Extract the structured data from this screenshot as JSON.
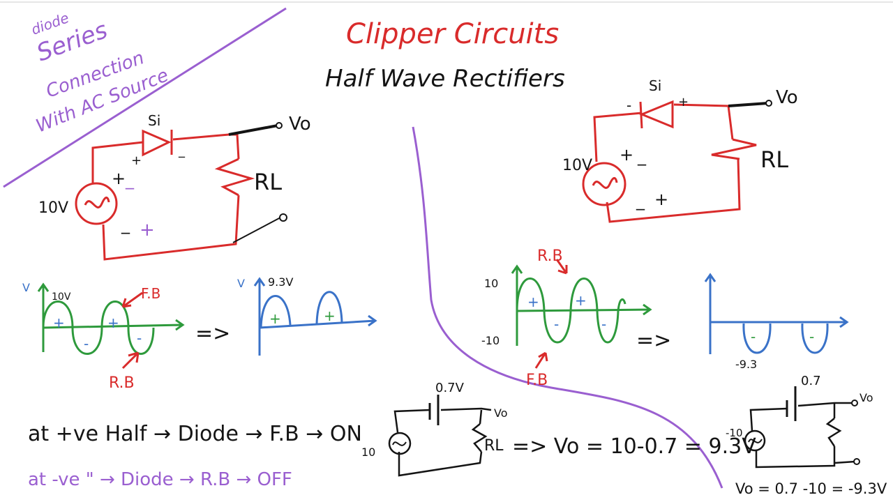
{
  "colors": {
    "red": "#d92b2b",
    "black": "#141414",
    "purple": "#9a5fd0",
    "green": "#2e9a3c",
    "blue": "#3a72c8",
    "background": "#ffffff"
  },
  "corner_note": {
    "line1": "diode",
    "line2": "Series",
    "line3": "Connection",
    "line4": "With AC Source"
  },
  "title": "Clipper Circuits",
  "subtitle": "Half Wave Rectifiers",
  "left": {
    "circuit": {
      "diode": "Si",
      "source": "10V",
      "load": "RL",
      "output": "Vo",
      "plus1": "+",
      "minus1": "_",
      "plus2": "+",
      "minus2": "_",
      "plus3": "+",
      "minus3": "_"
    },
    "input_wave": {
      "y_axis": "V",
      "peak": "10V",
      "fb": "F.B",
      "rb": "R.B",
      "pos": "+",
      "neg": "-"
    },
    "arrow": "=>",
    "output_wave": {
      "y_axis": "V",
      "peak": "9.3V",
      "pos": "+"
    },
    "equivalent": {
      "diode_drop": "0.7V",
      "source": "10",
      "load": "RL",
      "output": "Vo",
      "equation": "=> Vo = 10-0.7 = 9.3V"
    },
    "note_positive": "at +ve Half → Diode → F.B → ON",
    "note_negative": "at -ve \" → Diode → R.B → OFF"
  },
  "right": {
    "circuit": {
      "diode": "Si",
      "source": "10V",
      "load": "RL",
      "output": "Vo",
      "minus1": "-",
      "plus1": "+",
      "plus2": "+",
      "minus2": "_",
      "minus3": "_",
      "plus3": "+"
    },
    "input_wave": {
      "top": "10",
      "bottom": "-10",
      "rb": "R.B",
      "fb": "F.B",
      "pos": "+",
      "neg": "-"
    },
    "arrow": "=>",
    "output_wave": {
      "trough": "-9.3",
      "neg": "-"
    },
    "equivalent": {
      "diode_drop": "0.7",
      "source": "-10",
      "output": "Vo",
      "equation": "Vo = 0.7 -10 = -9.3V"
    }
  }
}
